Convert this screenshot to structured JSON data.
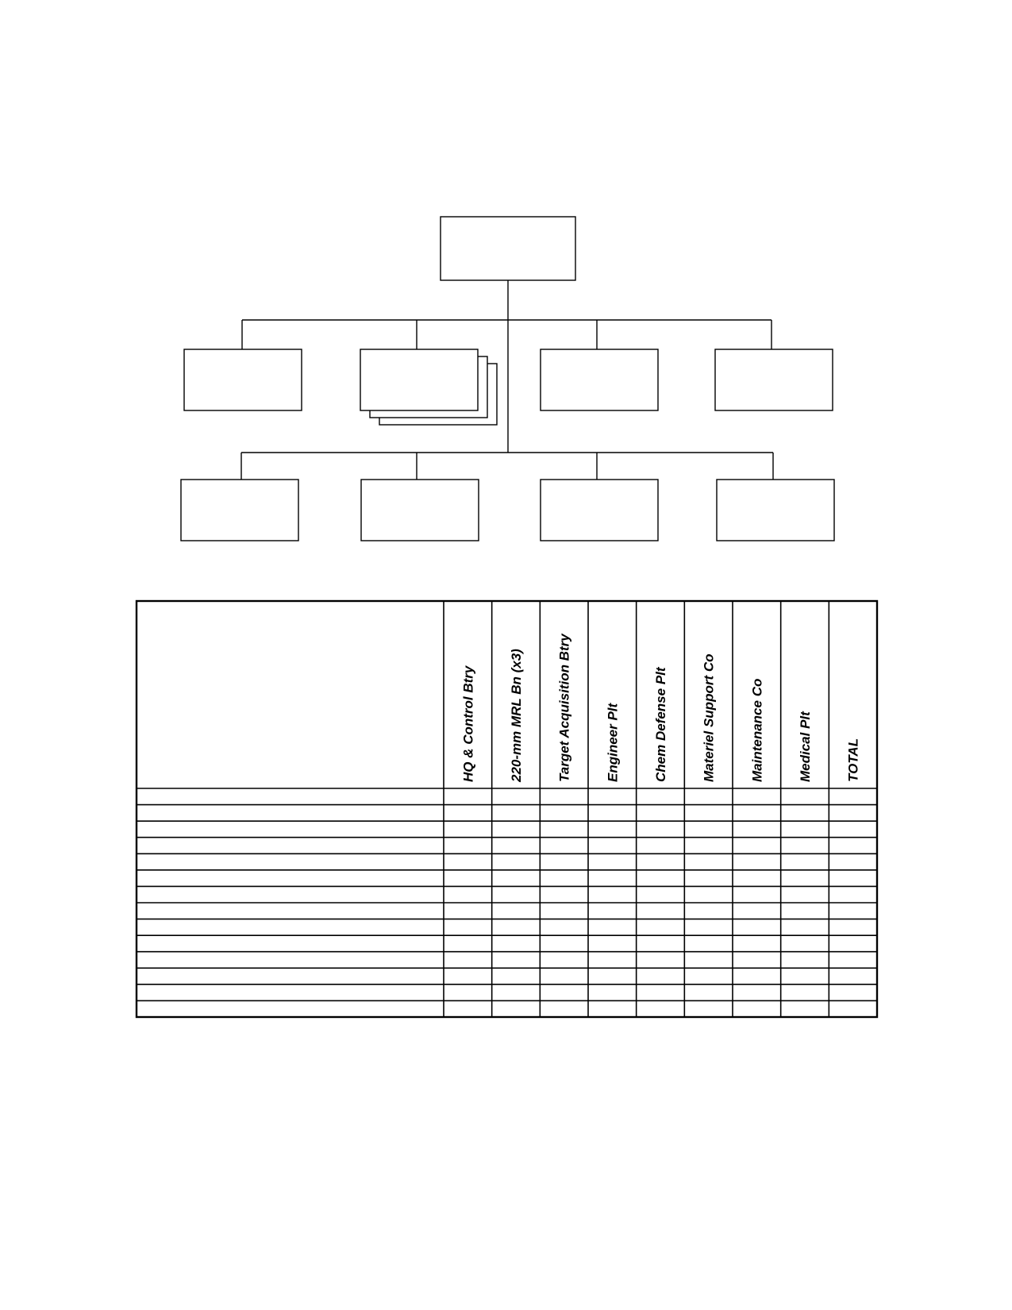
{
  "org_chart": {
    "command": "",
    "staff_units": [
      "",
      "",
      "",
      ""
    ],
    "subordinate_units": [
      "",
      "",
      "",
      ""
    ],
    "stacked_unit_index": 1
  },
  "table": {
    "row_label_header": "",
    "columns": [
      "HQ & Control Btry",
      "220-mm MRL Bn (x3)",
      "Target Acquisition Btry",
      "Engineer Plt",
      "Chem Defense Plt",
      "Materiel Support Co",
      "Maintenance Co",
      "Medical Plt",
      "TOTAL"
    ],
    "row_count": 14
  }
}
